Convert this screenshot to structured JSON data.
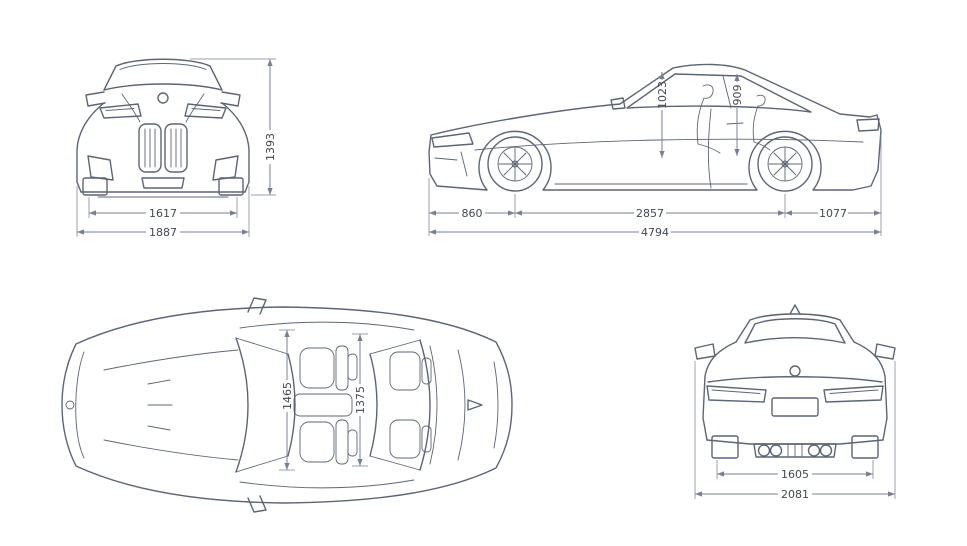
{
  "theme": {
    "bg-color": "#ffffff",
    "line-color": "#5d6573",
    "dim-color": "#7a8090",
    "text-color": "#42474f"
  },
  "views": {
    "front": {
      "dims": {
        "track_width_mm": "1617",
        "overall_width_mm": "1887",
        "overall_height_mm": "1393"
      }
    },
    "side": {
      "dims": {
        "front_overhang_mm": "860",
        "wheelbase_mm": "2857",
        "rear_overhang_mm": "1077",
        "overall_length_mm": "4794",
        "front_headroom_mm": "1023",
        "rear_headroom_mm": "909"
      }
    },
    "top": {
      "dims": {
        "front_interior_width_mm": "1465",
        "rear_interior_width_mm": "1375"
      }
    },
    "rear": {
      "dims": {
        "rear_track_width_mm": "1605",
        "width_incl_mirrors_mm": "2081"
      }
    }
  }
}
